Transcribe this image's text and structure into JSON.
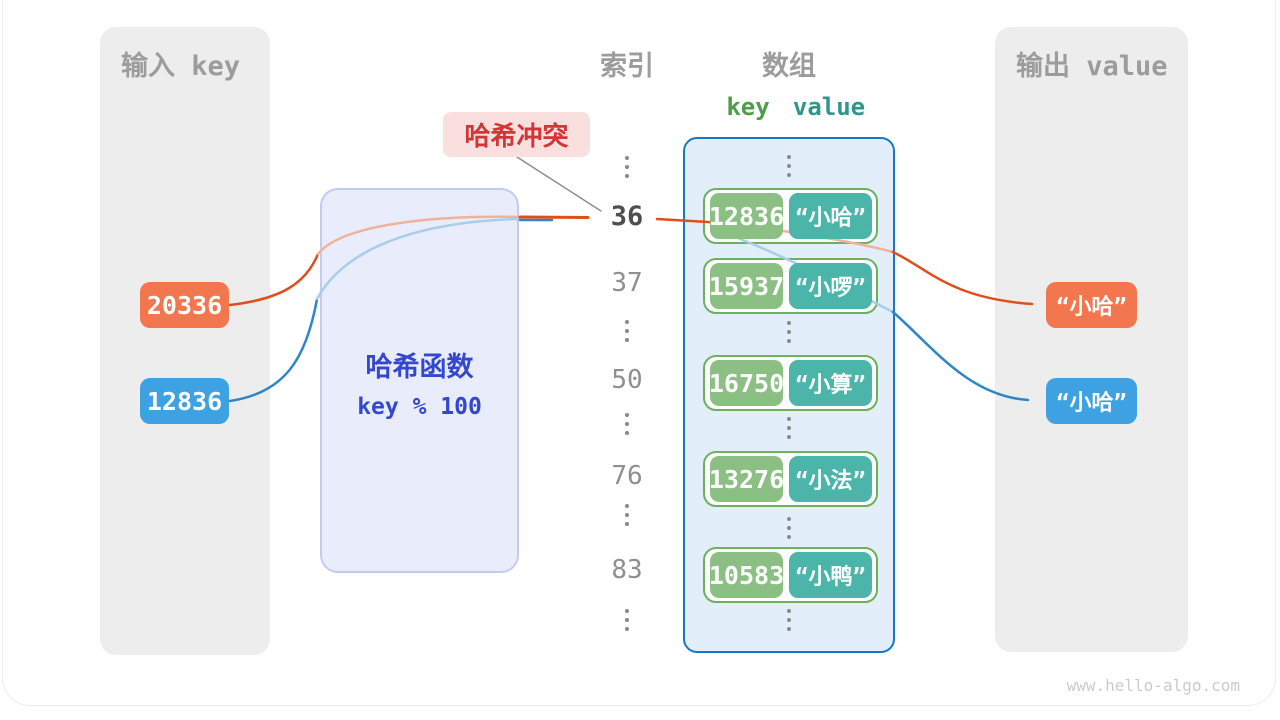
{
  "colors": {
    "orange": "#f2764e",
    "blue": "#3ea2e2",
    "arrow_orange": "#e04e1c",
    "arrow_blue": "#2e86c8",
    "light_orange": "#f1b29b",
    "light_blue": "#a9cdea",
    "key_green": "#8cbf84",
    "value_teal": "#4ab5a8",
    "entry_border_green": "#6db05f",
    "array_fill": "#e2effa",
    "array_border": "#1878c8",
    "hash_fill": "#e9ecfb",
    "hash_border": "#c3caf3",
    "hash_text": "#3448cf",
    "collision_bg": "#fadfdf",
    "collision_text": "#d23535",
    "panel_gray": "#ededed",
    "heading_gray": "#9c9c9c",
    "index_gray": "#8f8f8f",
    "index_active": "#4f4f4f",
    "key_header_green": "#4f9d4a",
    "value_header_teal": "#2e968c",
    "watermark_gray": "#cbcbcb"
  },
  "input_panel": {
    "title": "输入 key",
    "keys": [
      {
        "value": "20336",
        "color": "orange"
      },
      {
        "value": "12836",
        "color": "blue"
      }
    ]
  },
  "hash_function": {
    "title": "哈希函数",
    "formula": "key % 100"
  },
  "collision_label": {
    "text": "哈希冲突"
  },
  "index_column": {
    "title": "索引",
    "active_index": "36",
    "indices": [
      "36",
      "37",
      "50",
      "76",
      "83"
    ]
  },
  "array_panel": {
    "title": "数组",
    "key_header": "key",
    "value_header": "value",
    "entries": [
      {
        "key": "12836",
        "value": "“小哈”"
      },
      {
        "key": "15937",
        "value": "“小啰”"
      },
      {
        "key": "16750",
        "value": "“小算”"
      },
      {
        "key": "13276",
        "value": "“小法”"
      },
      {
        "key": "10583",
        "value": "“小鸭”"
      }
    ]
  },
  "output_panel": {
    "title": "输出 value",
    "values": [
      {
        "text": "“小哈”",
        "color": "orange"
      },
      {
        "text": "“小哈”",
        "color": "blue"
      }
    ]
  },
  "watermark": "www.hello-algo.com"
}
